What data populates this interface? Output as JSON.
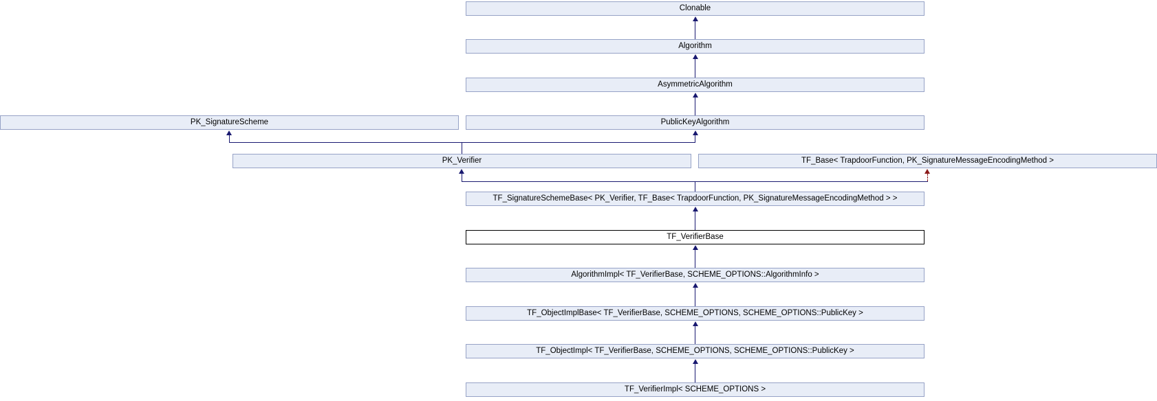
{
  "diagram": {
    "kind": "class-inheritance-graph",
    "colors": {
      "node_fill": "#e8edf7",
      "node_border": "#96a2c6",
      "current_node_fill": "#ffffff",
      "current_node_border": "#000000",
      "inheritance_arrow": "#191970",
      "template_usage_arrow": "#8b1a1a",
      "background": "#ffffff",
      "text": "#000000"
    },
    "nodes": {
      "clonable": {
        "label": "Clonable"
      },
      "algorithm": {
        "label": "Algorithm"
      },
      "asymmetric_algorithm": {
        "label": "AsymmetricAlgorithm"
      },
      "pk_signature_scheme": {
        "label": "PK_SignatureScheme"
      },
      "public_key_algorithm": {
        "label": "PublicKeyAlgorithm"
      },
      "pk_verifier": {
        "label": "PK_Verifier"
      },
      "tf_base": {
        "label": "TF_Base< TrapdoorFunction, PK_SignatureMessageEncodingMethod >"
      },
      "tf_signature_scheme_base": {
        "label": "TF_SignatureSchemeBase< PK_Verifier, TF_Base< TrapdoorFunction, PK_SignatureMessageEncodingMethod > >"
      },
      "tf_verifier_base": {
        "label": "TF_VerifierBase",
        "highlighted": true
      },
      "algorithm_impl": {
        "label": "AlgorithmImpl< TF_VerifierBase, SCHEME_OPTIONS::AlgorithmInfo >"
      },
      "tf_object_impl_base": {
        "label": "TF_ObjectImplBase< TF_VerifierBase, SCHEME_OPTIONS, SCHEME_OPTIONS::PublicKey >"
      },
      "tf_object_impl": {
        "label": "TF_ObjectImpl< TF_VerifierBase, SCHEME_OPTIONS, SCHEME_OPTIONS::PublicKey >"
      },
      "tf_verifier_impl": {
        "label": "TF_VerifierImpl< SCHEME_OPTIONS >"
      }
    },
    "edges": [
      {
        "from": "algorithm",
        "to": "clonable",
        "style": "solid-blue-arrow-up"
      },
      {
        "from": "asymmetric_algorithm",
        "to": "algorithm",
        "style": "solid-blue-arrow-up"
      },
      {
        "from": "public_key_algorithm",
        "to": "asymmetric_algorithm",
        "style": "solid-blue-arrow-up"
      },
      {
        "from": "pk_verifier",
        "to": "pk_signature_scheme",
        "style": "solid-blue-arrow-up"
      },
      {
        "from": "pk_verifier",
        "to": "public_key_algorithm",
        "style": "solid-blue-arrow-up"
      },
      {
        "from": "tf_signature_scheme_base",
        "to": "pk_verifier",
        "style": "solid-blue-arrow-up"
      },
      {
        "from": "tf_signature_scheme_base",
        "to": "tf_base",
        "style": "dashed-dark-red-arrow-up"
      },
      {
        "from": "tf_verifier_base",
        "to": "tf_signature_scheme_base",
        "style": "solid-blue-arrow-up"
      },
      {
        "from": "algorithm_impl",
        "to": "tf_verifier_base",
        "style": "solid-blue-arrow-up"
      },
      {
        "from": "tf_object_impl_base",
        "to": "algorithm_impl",
        "style": "solid-blue-arrow-up"
      },
      {
        "from": "tf_object_impl",
        "to": "tf_object_impl_base",
        "style": "solid-blue-arrow-up"
      },
      {
        "from": "tf_verifier_impl",
        "to": "tf_object_impl",
        "style": "solid-blue-arrow-up"
      }
    ]
  }
}
